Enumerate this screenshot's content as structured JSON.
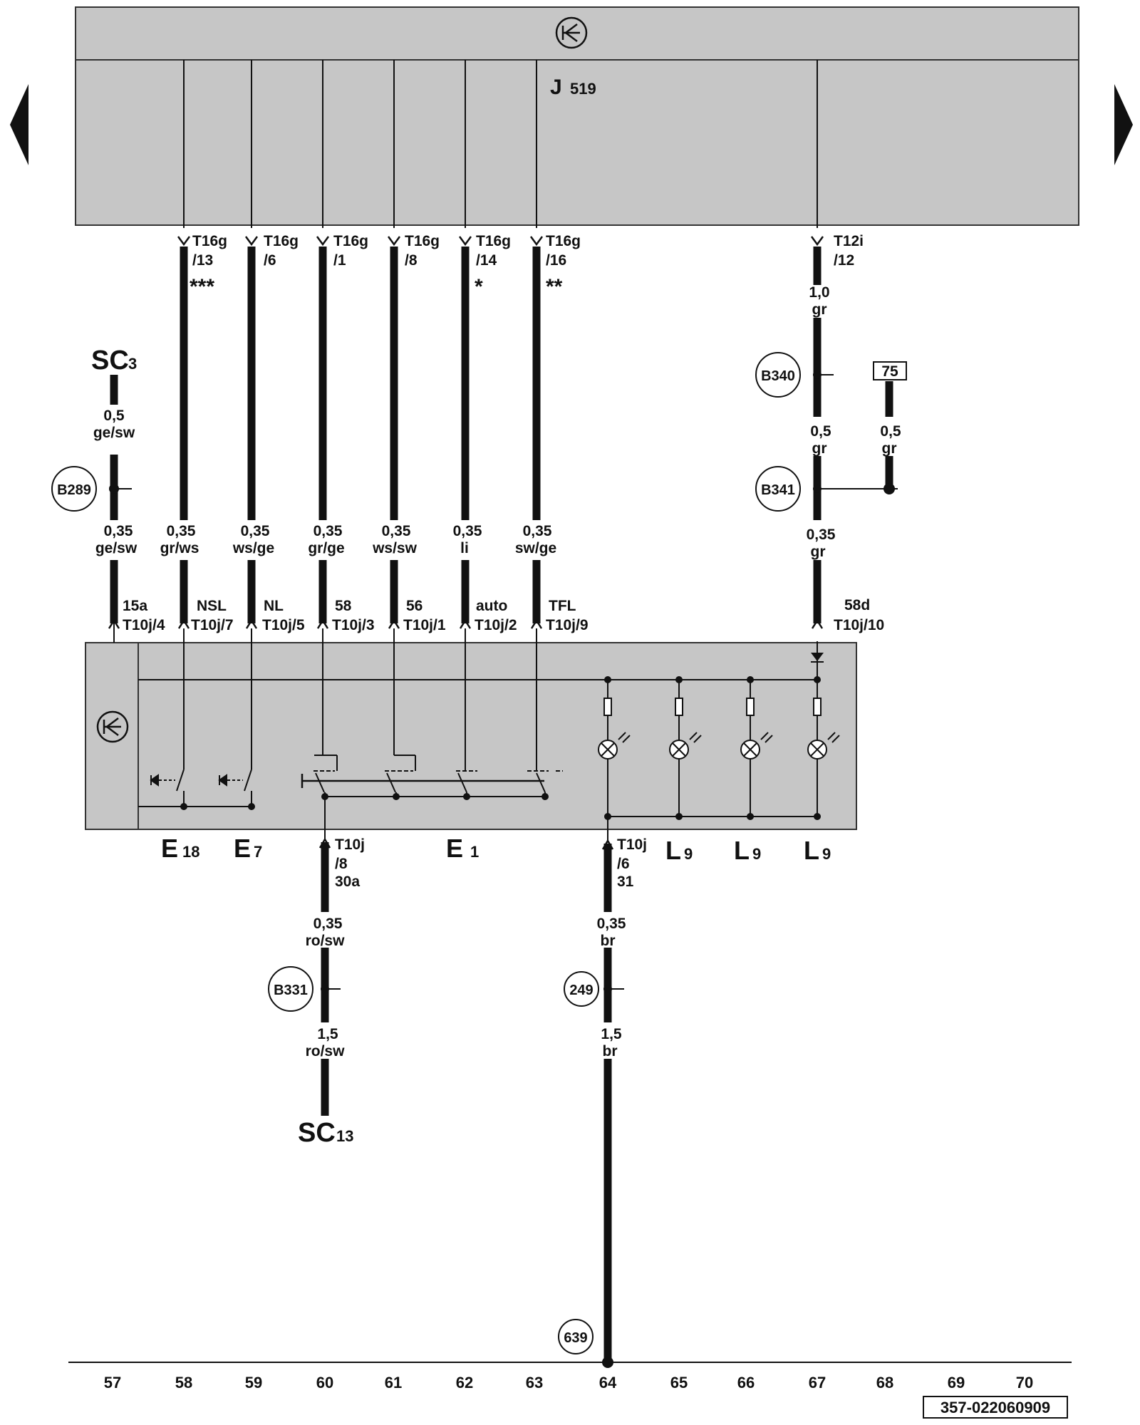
{
  "nav": {
    "prev_icon": "triangle-left-icon",
    "next_icon": "triangle-right-icon"
  },
  "control_unit": {
    "name": "J",
    "sub": "519",
    "ground_symbol": "ground-symbol-icon"
  },
  "switch_unit": {
    "ground_symbol": "ground-symbol-icon"
  },
  "wires": {
    "w58": {
      "conn_top": "T16g",
      "pin_top": "/13",
      "note": "***",
      "size": "0,35",
      "color": "gr/ws",
      "func": "NSL",
      "conn_bottom": "T10j/7"
    },
    "w59": {
      "conn_top": "T16g",
      "pin_top": "/6",
      "note": "",
      "size": "0,35",
      "color": "ws/ge",
      "func": "NL",
      "conn_bottom": "T10j/5"
    },
    "w60": {
      "conn_top": "T16g",
      "pin_top": "/1",
      "note": "",
      "size": "0,35",
      "color": "gr/ge",
      "func": "58",
      "conn_bottom": "T10j/3"
    },
    "w61": {
      "conn_top": "T16g",
      "pin_top": "/8",
      "note": "",
      "size": "0,35",
      "color": "ws/sw",
      "func": "56",
      "conn_bottom": "T10j/1"
    },
    "w62": {
      "conn_top": "T16g",
      "pin_top": "/14",
      "note": "*",
      "size": "0,35",
      "color": "li",
      "func": "auto",
      "conn_bottom": "T10j/2"
    },
    "w63": {
      "conn_top": "T16g",
      "pin_top": "/16",
      "note": "**",
      "size": "0,35",
      "color": "sw/ge",
      "func": "TFL",
      "conn_bottom": "T10j/9"
    },
    "w57": {
      "source": "SC",
      "source_sub": "3",
      "size_a": "0,5",
      "color_a": "ge/sw",
      "node": "B289",
      "size_b": "0,35",
      "color_b": "ge/sw",
      "func": "15a",
      "conn_bottom": "T10j/4"
    },
    "w67": {
      "conn_top": "T12i",
      "pin_top": "/12",
      "size_a": "1,0",
      "color_a": "gr",
      "node_a": "B340",
      "size_b": "0,5",
      "color_b": "gr",
      "node_b": "B341",
      "size_c": "0,35",
      "color_c": "gr",
      "func": "58d",
      "conn_bottom": "T10j/10",
      "terminal": "75",
      "size_t": "0,5",
      "color_t": "gr"
    },
    "w60b": {
      "conn": "T10j",
      "pin": "/8",
      "func": "30a",
      "size_a": "0,35",
      "color_a": "ro/sw",
      "node": "B331",
      "size_b": "1,5",
      "color_b": "ro/sw",
      "target": "SC",
      "target_sub": "13"
    },
    "w64": {
      "conn": "T10j",
      "pin": "/6",
      "func": "31",
      "size_a": "0,35",
      "color_a": "br",
      "node": "249",
      "size_b": "1,5",
      "color_b": "br",
      "ground": "639"
    }
  },
  "components": {
    "e18": {
      "letter": "E",
      "sub": "18"
    },
    "e7": {
      "letter": "E",
      "sub": "7"
    },
    "e1": {
      "letter": "E",
      "sub": "1"
    },
    "l9a": {
      "letter": "L",
      "sub": "9"
    },
    "l9b": {
      "letter": "L",
      "sub": "9"
    },
    "l9c": {
      "letter": "L",
      "sub": "9"
    }
  },
  "track_numbers": [
    "57",
    "58",
    "59",
    "60",
    "61",
    "62",
    "63",
    "64",
    "65",
    "66",
    "67",
    "68",
    "69",
    "70"
  ],
  "doc_id": "357-022060909"
}
